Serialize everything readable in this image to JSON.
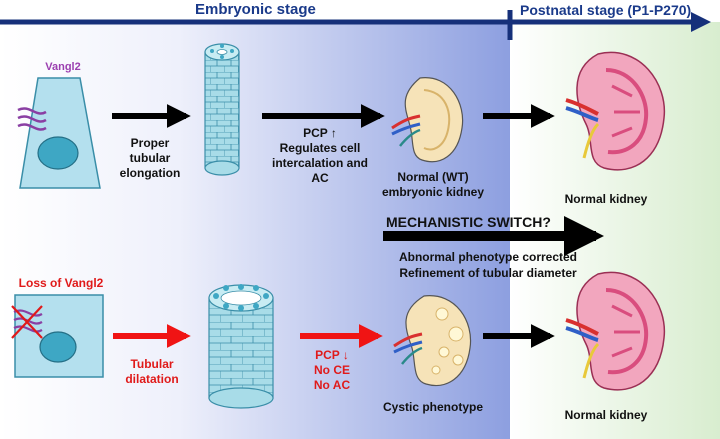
{
  "header": {
    "embryonic_stage": "Embryonic stage",
    "postnatal_stage": "Postnatal stage (P1-P270)"
  },
  "top_row": {
    "protein_label": "Vangl2",
    "step1_text": [
      "Proper",
      "tubular",
      "elongation"
    ],
    "step2_text": [
      "PCP ↑",
      "Regulates cell",
      "intercalation and",
      "AC"
    ],
    "embryonic_kidney_label": [
      "Normal (WT)",
      "embryonic kidney"
    ],
    "adult_kidney_label": "Normal kidney"
  },
  "switch": {
    "title": "MECHANISTIC SWITCH?",
    "line1": "Abnormal phenotype corrected",
    "line2": "Refinement of tubular diameter"
  },
  "bottom_row": {
    "protein_label": "Loss of Vangl2",
    "step1_text": [
      "Tubular",
      "dilatation"
    ],
    "step2_text": [
      "PCP ↓",
      "No CE",
      "No AC"
    ],
    "embryonic_kidney_label": "Cystic phenotype",
    "adult_kidney_label": "Normal kidney"
  },
  "colors": {
    "timeline": "#16307a",
    "black_arrow": "#000000",
    "red_arrow": "#f01414",
    "cell_fill": "#b4e0ee",
    "nucleus_fill": "#3ea7c4",
    "protein_ribbon": "#8a3fa3",
    "tubule_fill": "#a8dce8",
    "kidney_pink": "#f2a6be",
    "kidney_deep": "#d94d7e"
  }
}
